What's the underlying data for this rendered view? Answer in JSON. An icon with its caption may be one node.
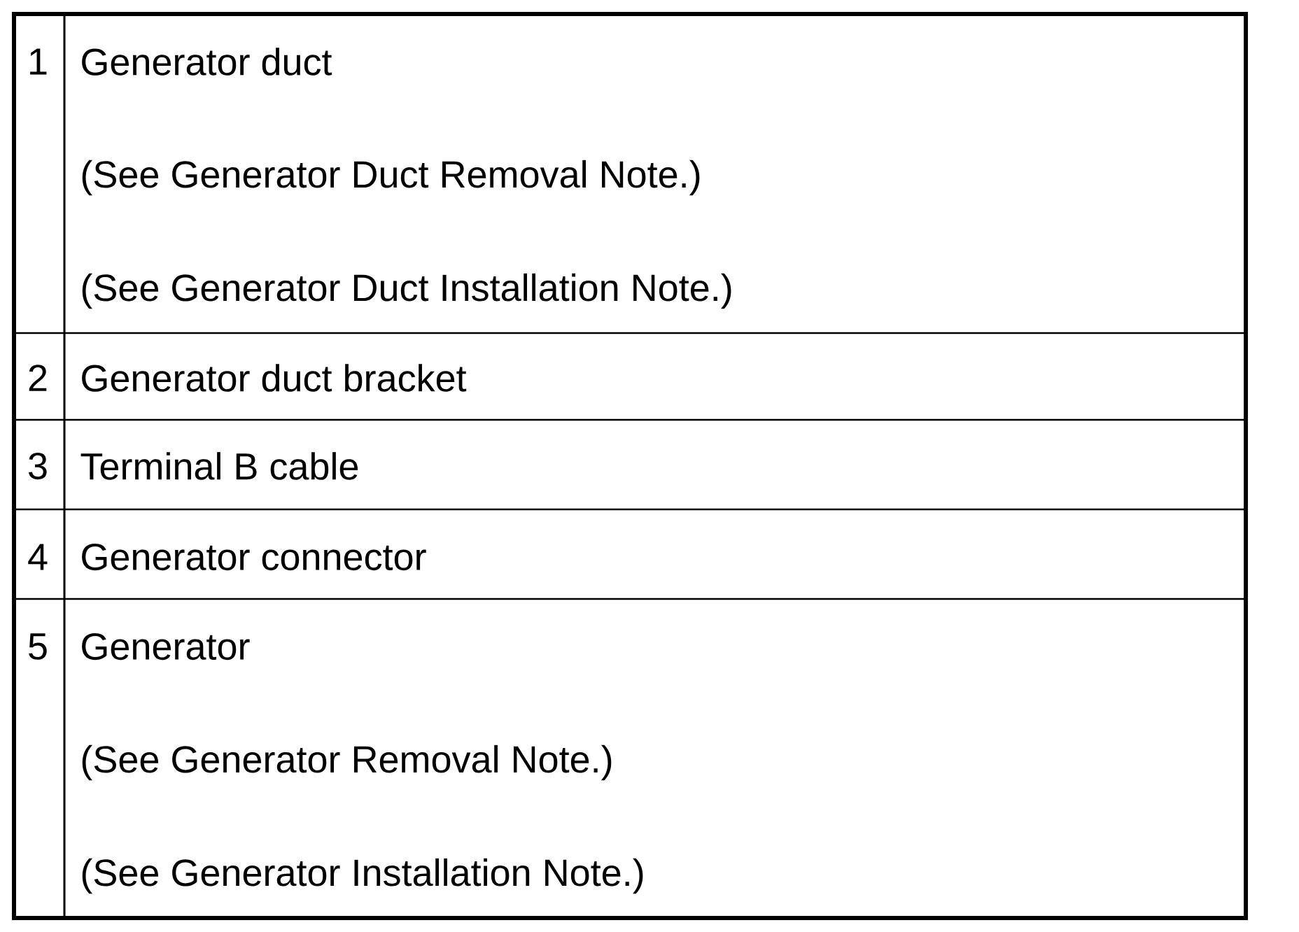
{
  "diagram": {
    "labels": [
      "1",
      "Generator duct",
      "(See Generator Duct Removal Note.)",
      "(See Generator Duct Installation Note.)",
      "2",
      "Generator duct bracket",
      "3",
      "Terminal B cable",
      "4",
      "Generator connector",
      "5",
      "Generator",
      "(See Generator Removal Note.)",
      "(See Generator Installation Note.)"
    ]
  }
}
